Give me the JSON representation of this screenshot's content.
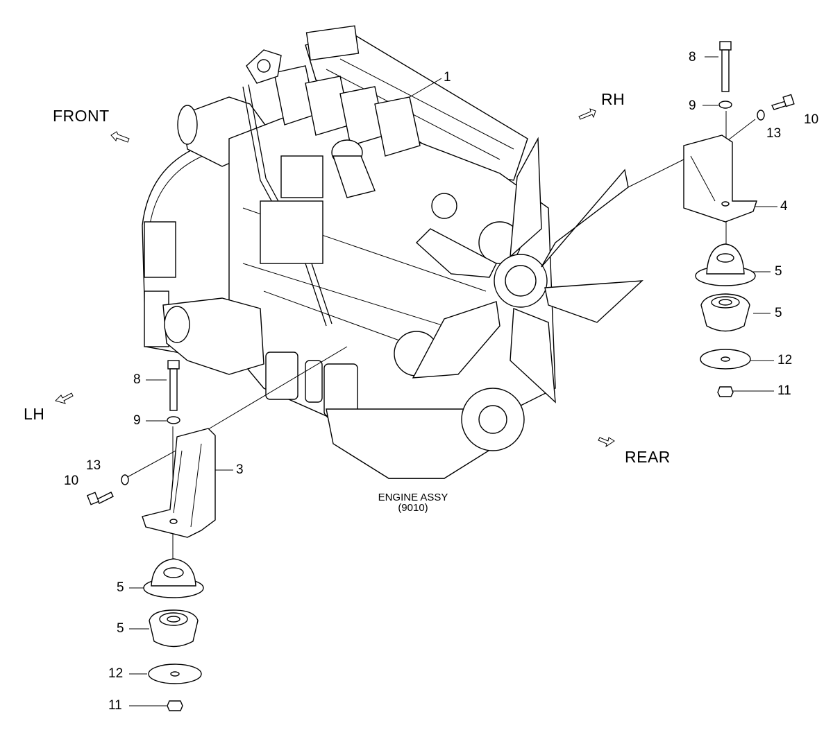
{
  "directions": {
    "front": "FRONT",
    "rh": "RH",
    "lh": "LH",
    "rear": "REAR"
  },
  "caption": {
    "line1": "ENGINE ASSY",
    "line2": "(9010)"
  },
  "callouts": {
    "engine": "1",
    "lh_bracket": "3",
    "rh_bracket": "4",
    "rubber_mount": "5",
    "bolt": "8",
    "washer": "9",
    "small_bolt": "10",
    "nut": "11",
    "plate_washer": "12",
    "small_washer": "13"
  },
  "colors": {
    "line": "#000000",
    "background": "#ffffff"
  }
}
